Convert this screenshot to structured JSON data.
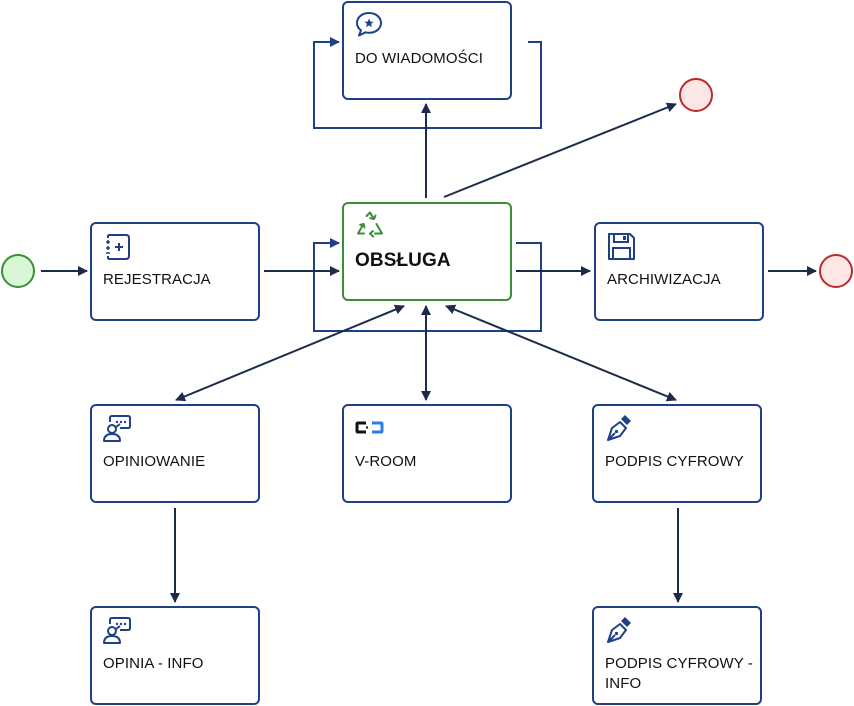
{
  "diagram": {
    "type": "process-flow",
    "colors": {
      "task_border": "#1f3f87",
      "active_border": "#3a8f36",
      "connector": "#1c2b4a",
      "loop_connector": "#1f3f87",
      "start_fill": "#d8f7d5",
      "start_stroke": "#3a8f36",
      "end_fill": "#fde6e6",
      "end_stroke": "#c0292a"
    },
    "events": [
      {
        "id": "start",
        "kind": "start"
      },
      {
        "id": "end-top",
        "kind": "end"
      },
      {
        "id": "end-right",
        "kind": "end"
      }
    ],
    "tasks": [
      {
        "id": "do-wiadomosci",
        "label": "DO WIADOMOŚCI",
        "icon": "chat-star-icon"
      },
      {
        "id": "rejestracja",
        "label": "REJESTRACJA",
        "icon": "register-add-icon"
      },
      {
        "id": "obsluga",
        "label": "OBSŁUGA",
        "icon": "recycle-icon",
        "active": true
      },
      {
        "id": "archiwizacja",
        "label": "ARCHIWIZACJA",
        "icon": "floppy-disk-icon"
      },
      {
        "id": "opiniowanie",
        "label": "OPINIOWANIE",
        "icon": "person-comment-icon"
      },
      {
        "id": "v-room",
        "label": "V-ROOM",
        "icon": "v-room-logo-icon"
      },
      {
        "id": "podpis-cyfrowy",
        "label": "PODPIS CYFROWY",
        "icon": "fountain-pen-icon"
      },
      {
        "id": "opinia-info",
        "label": "OPINIA - INFO",
        "icon": "person-comment-icon"
      },
      {
        "id": "podpis-cyfrowy-info",
        "label": "PODPIS CYFROWY - INFO",
        "icon": "fountain-pen-icon"
      }
    ],
    "connections": [
      {
        "from": "start",
        "to": "rejestracja",
        "direction": "one-way"
      },
      {
        "from": "rejestracja",
        "to": "obsluga",
        "direction": "one-way"
      },
      {
        "from": "obsluga",
        "to": "obsluga",
        "direction": "self-loop"
      },
      {
        "from": "obsluga",
        "to": "do-wiadomosci",
        "direction": "one-way"
      },
      {
        "from": "do-wiadomosci",
        "to": "do-wiadomosci",
        "direction": "self-loop"
      },
      {
        "from": "obsluga",
        "to": "end-top",
        "direction": "one-way"
      },
      {
        "from": "obsluga",
        "to": "archiwizacja",
        "direction": "one-way"
      },
      {
        "from": "archiwizacja",
        "to": "end-right",
        "direction": "one-way"
      },
      {
        "from": "obsluga",
        "to": "opiniowanie",
        "direction": "two-way"
      },
      {
        "from": "obsluga",
        "to": "v-room",
        "direction": "two-way"
      },
      {
        "from": "obsluga",
        "to": "podpis-cyfrowy",
        "direction": "two-way"
      },
      {
        "from": "opiniowanie",
        "to": "opinia-info",
        "direction": "one-way"
      },
      {
        "from": "podpis-cyfrowy",
        "to": "podpis-cyfrowy-info",
        "direction": "one-way"
      }
    ]
  }
}
